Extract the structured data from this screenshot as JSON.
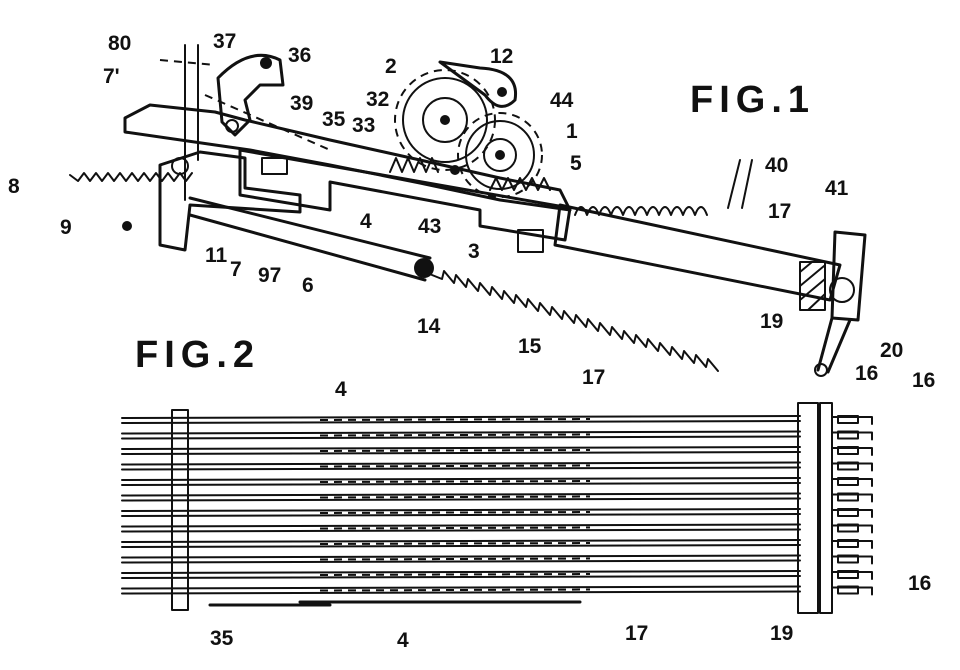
{
  "figures": [
    {
      "label": "FIG.1"
    },
    {
      "label": "FIG.2"
    }
  ],
  "fig1_refs": [
    "80",
    "37",
    "36",
    "12",
    "2",
    "44",
    "7'",
    "39",
    "35",
    "32",
    "1",
    "33",
    "5",
    "40",
    "41",
    "8",
    "9",
    "11",
    "7",
    "97",
    "6",
    "4",
    "43",
    "3",
    "17",
    "14",
    "15",
    "19",
    "20",
    "16"
  ],
  "fig2_refs": [
    "4",
    "17",
    "16",
    "16",
    "35",
    "4",
    "17",
    "19"
  ]
}
